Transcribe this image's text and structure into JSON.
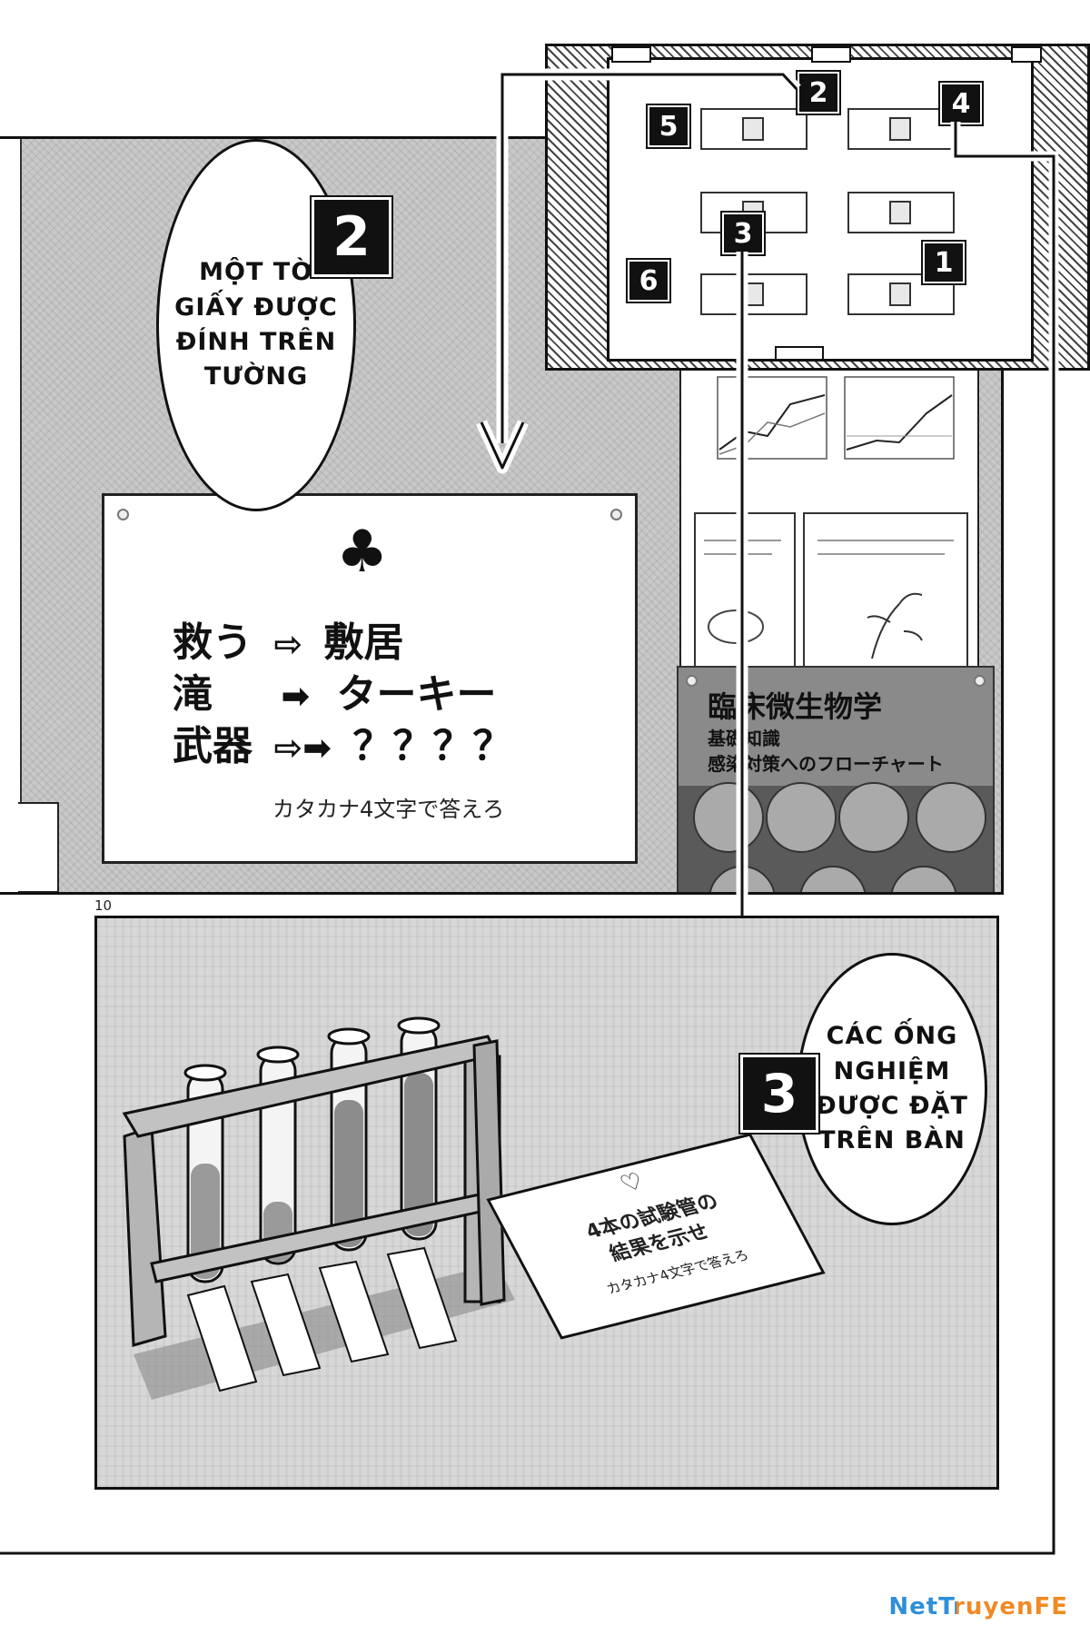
{
  "page": {
    "page_number": "10",
    "watermark": "NetTruyenFE",
    "colors": {
      "ink": "#111111",
      "screentone": "#c9c9c9",
      "watermark_blue": "#2f8fd8",
      "watermark_orange": "#f08a24"
    }
  },
  "top_panel": {
    "callout_number": "2",
    "bubble_lines": [
      "MỘT TỜ",
      "GIẤY ĐƯỢC",
      "ĐÍNH TRÊN",
      "TƯỜNG"
    ],
    "note": {
      "suit_icon": "club-icon",
      "suit_symbol": "♣",
      "lines": [
        {
          "left": "救う",
          "arrow": "⇨",
          "right": "敷居"
        },
        {
          "left": "滝",
          "arrow": "➡",
          "right": "ターキー"
        },
        {
          "left": "武器",
          "arrow": "⇨➡",
          "right": "？？？？"
        }
      ],
      "instruction": "カタカナ4文字で答えろ"
    },
    "poster": {
      "title": "臨床微生物学",
      "subtitle_1": "基礎知識",
      "subtitle_2": "感染対策へのフローチャート"
    }
  },
  "floor_map": {
    "markers": [
      "1",
      "2",
      "3",
      "4",
      "5",
      "6"
    ]
  },
  "bottom_panel": {
    "callout_number": "3",
    "bubble_lines": [
      "CÁC ỐNG",
      "NGHIỆM",
      "ĐƯỢC ĐẶT",
      "TRÊN BÀN"
    ],
    "card": {
      "suit_icon": "heart-icon",
      "suit_symbol": "♡",
      "line_1": "4本の試験管の",
      "line_2": "結果を示せ",
      "instruction": "カタカナ4文字で答えろ"
    }
  }
}
